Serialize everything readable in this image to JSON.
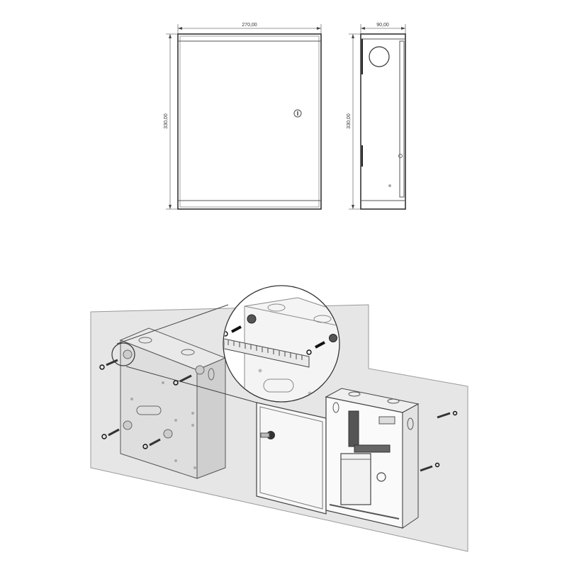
{
  "diagram": {
    "front_view": {
      "width_label": "270,00",
      "height_label": "330,00",
      "features": [
        "lock-cylinder"
      ]
    },
    "side_view": {
      "width_label": "90,00",
      "height_label": "330,00",
      "features": [
        "cable-knockout",
        "hinge"
      ]
    },
    "mounting_view": {
      "callout": "magnified-detail-mounting-screws",
      "elements": [
        "wall-panel",
        "closed-enclosure",
        "open-enclosure",
        "door",
        "power-supply",
        "terminal-strip",
        "mounting-screws"
      ]
    }
  }
}
